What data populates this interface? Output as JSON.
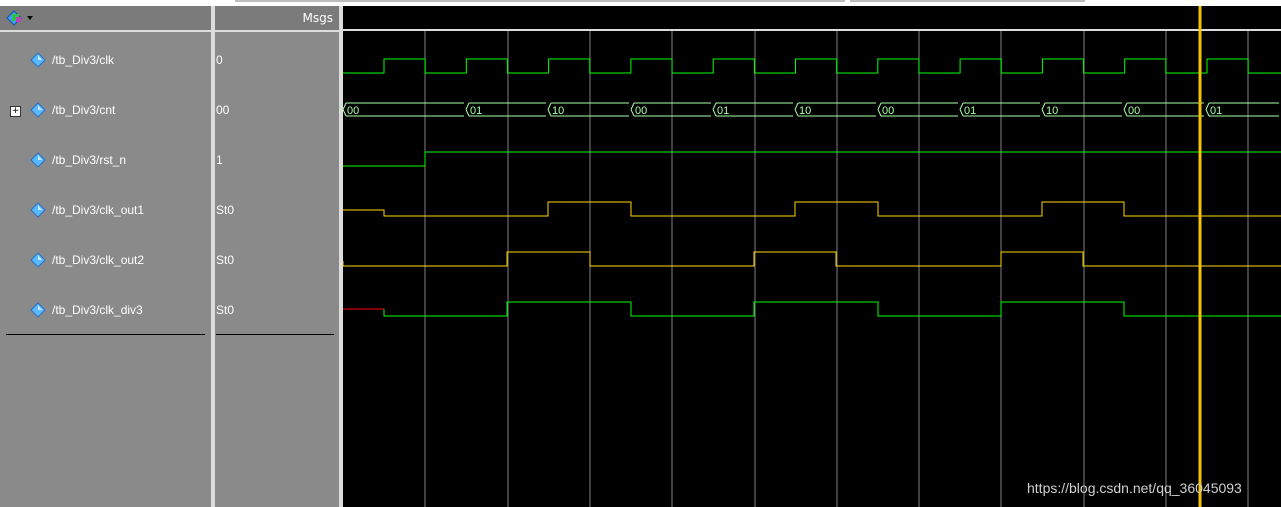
{
  "header": {
    "msgs_label": "Msgs"
  },
  "signals": [
    {
      "name": "/tb_Div3/clk",
      "value": "0"
    },
    {
      "name": "/tb_Div3/cnt",
      "value": "00"
    },
    {
      "name": "/tb_Div3/rst_n",
      "value": "1"
    },
    {
      "name": "/tb_Div3/clk_out1",
      "value": "St0"
    },
    {
      "name": "/tb_Div3/clk_out2",
      "value": "St0"
    },
    {
      "name": "/tb_Div3/clk_div3",
      "value": "St0"
    }
  ],
  "bus_labels": [
    "00",
    "01",
    "10",
    "00",
    "01",
    "10",
    "00",
    "01",
    "10",
    "00",
    "01"
  ],
  "colors": {
    "signal": "#00ff00",
    "bus": "#a8ffa8",
    "yellow": "#ffd700",
    "cursor": "#f5c400",
    "grid": "#808080",
    "red": "#ff0000"
  },
  "icons": {
    "diamond": "signal-diamond-icon",
    "toolbar": "wave-toolbar-icon",
    "expand": "expand-plus-icon"
  },
  "watermark": "https://blog.csdn.net/qq_36045093"
}
